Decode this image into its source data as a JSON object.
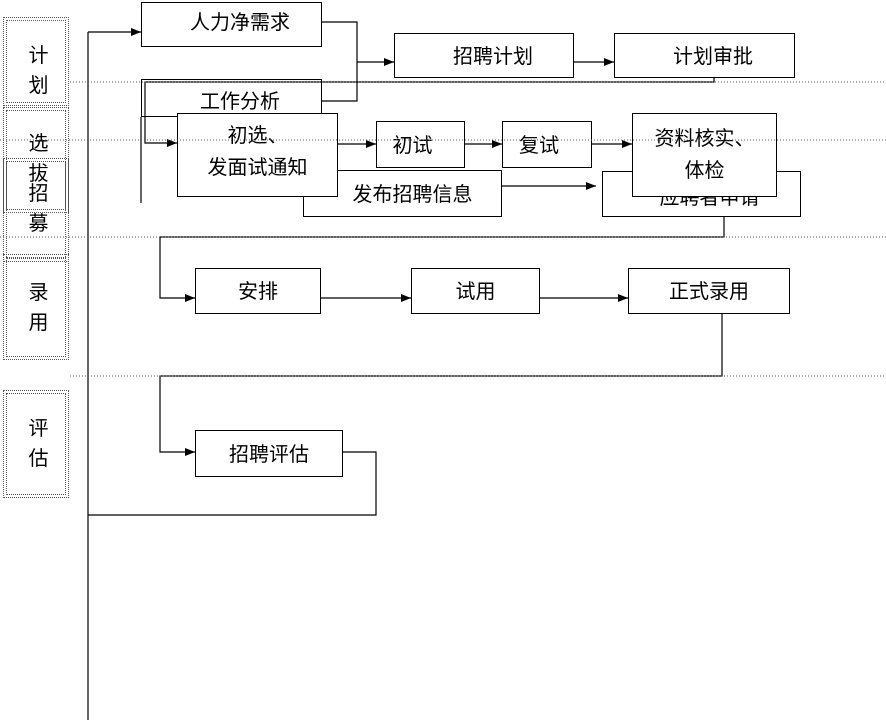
{
  "stages": [
    {
      "label": "计划"
    },
    {
      "label": "选拔"
    },
    {
      "label": "招募"
    },
    {
      "label": "录用"
    },
    {
      "label": "评估"
    }
  ],
  "nodes": {
    "net_demand": "人力净需求",
    "job_analysis": "工作分析",
    "recruit_plan": "招聘计划",
    "plan_approval": "计划审批",
    "screening_line1": "初选、",
    "screening_line2": "发面试通知",
    "first_interview": "初试",
    "second_interview": "复试",
    "publish_info": "发布招聘信息",
    "applicant_apply": "应聘者申请",
    "verify_line1": "资料核实、",
    "verify_line2": "体检",
    "arrangement": "安排",
    "probation": "试用",
    "formal_hire": "正式录用",
    "evaluation": "招聘评估"
  }
}
